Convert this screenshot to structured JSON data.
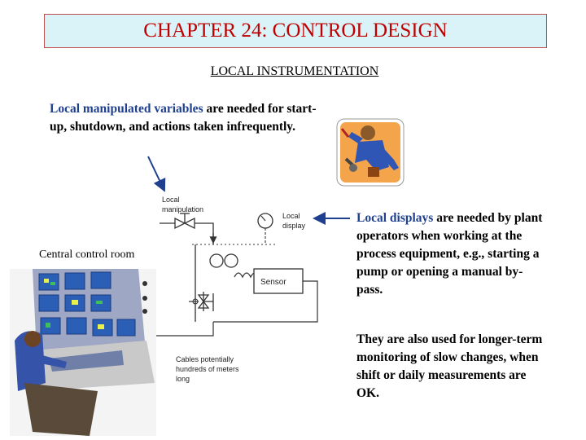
{
  "title": "CHAPTER 24: CONTROL DESIGN",
  "subtitle": "LOCAL INSTRUMENTATION",
  "para1": {
    "highlight": "Local manipulated variables",
    "rest": " are needed for start-up, shutdown, and actions taken infrequently."
  },
  "para2": {
    "highlight": "Local displays",
    "rest": " are needed by plant operators when working at the process equipment, e.g., starting a pump or opening a manual by-pass."
  },
  "para3": "They are also used for longer-term monitoring of slow changes, when shift or daily measurements are OK.",
  "central_control_room": "Central control room",
  "diagram": {
    "local_manipulation": [
      "Local",
      "manipulation"
    ],
    "local_display": [
      "Local",
      "display"
    ],
    "sensor": "Sensor",
    "cables": [
      "Cables potentially",
      "hundreds of meters",
      "long"
    ]
  },
  "icons": [
    "operator-wrench-icon",
    "control-room-illustration"
  ],
  "colors": {
    "title_text": "#c00000",
    "title_bg": "#d9f3f9",
    "title_border": "#c0504d",
    "highlight": "#1f3f8f"
  }
}
